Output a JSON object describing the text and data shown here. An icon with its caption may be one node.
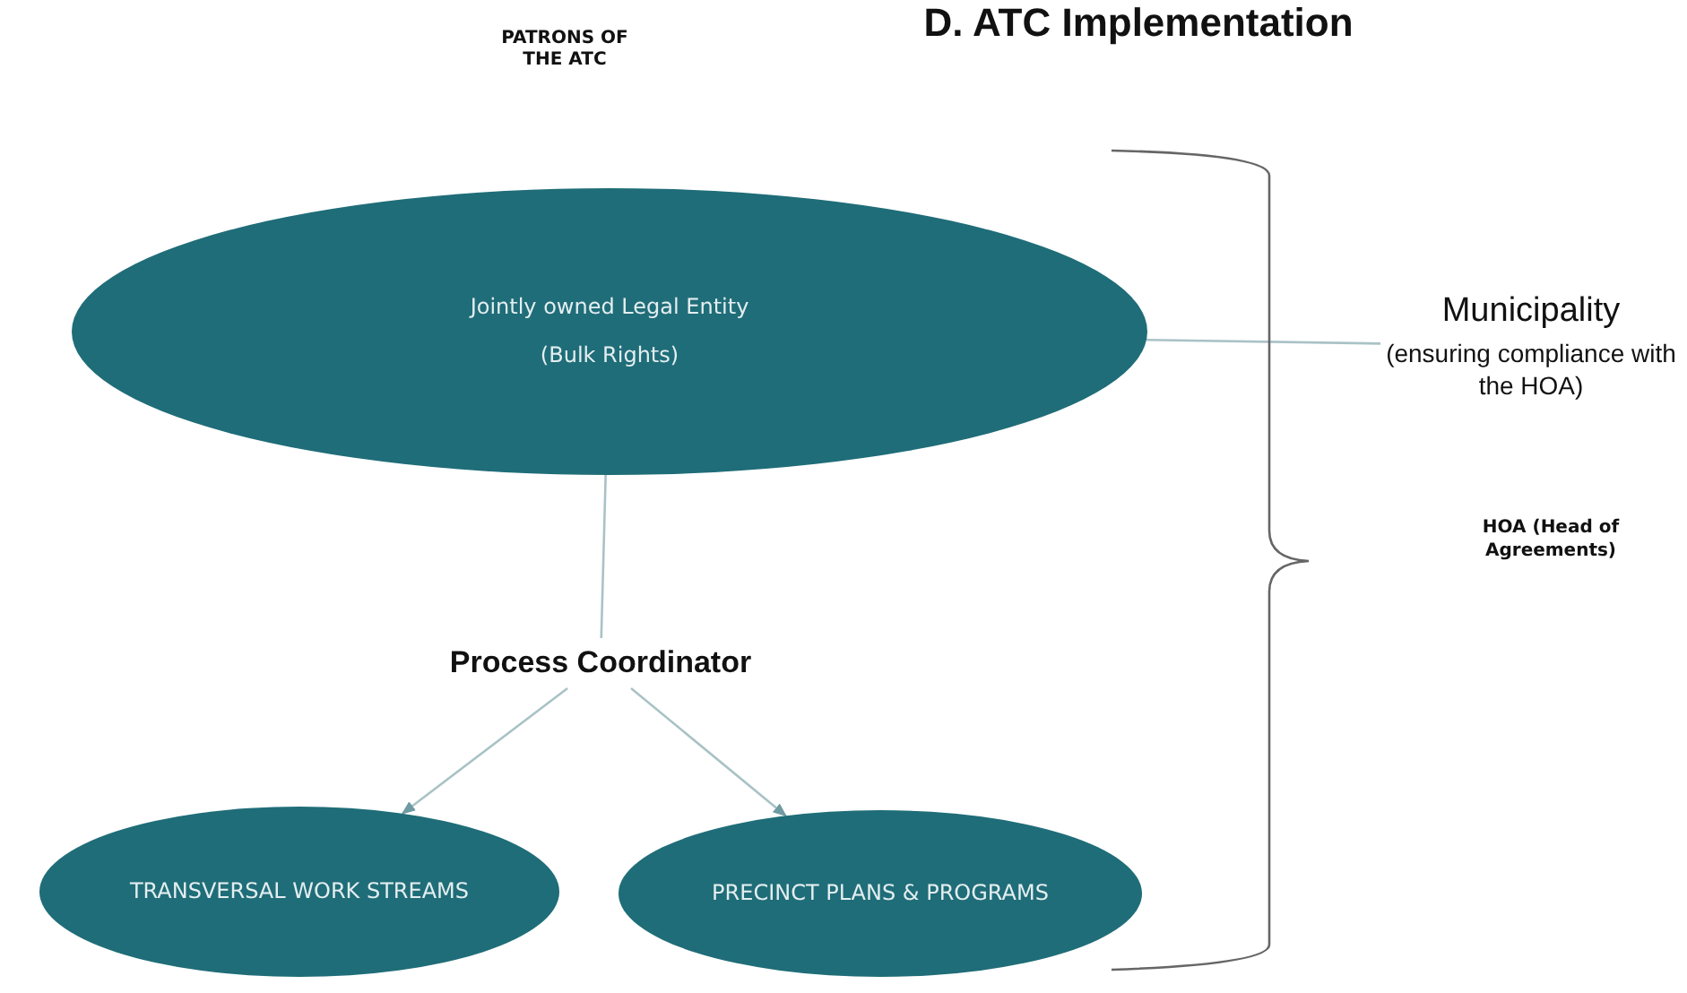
{
  "diagram": {
    "title": "D. ATC Implementation",
    "nodes": [
      {
        "text": [
          "PATRONS OF THE ATC"
        ]
      },
      {
        "text": [
          "Jointly owned Legal Entity",
          "(Bulk Rights)"
        ]
      },
      {
        "text": [
          "Municipality",
          "(ensuring compliance with the HOA)"
        ]
      },
      {
        "text": [
          "Process Coordinator"
        ]
      },
      {
        "text": [
          "TRANSVERSAL WORK STREAMS"
        ]
      },
      {
        "text": [
          "PRECINCT PLANS & PROGRAMS"
        ]
      }
    ],
    "edges": [
      {
        "from": 1,
        "to": 2,
        "arrow": "none"
      },
      {
        "from": 1,
        "to": 3,
        "arrow": "none"
      },
      {
        "from": 3,
        "to": 4,
        "arrow": "to"
      },
      {
        "from": 3,
        "to": 5,
        "arrow": "to"
      }
    ],
    "labels": [
      "HOA (Head of Agreements)"
    ]
  }
}
